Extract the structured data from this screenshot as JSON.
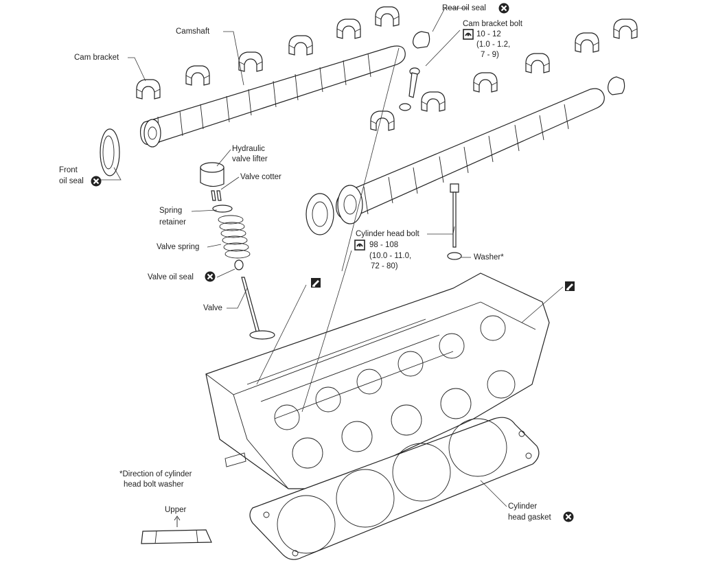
{
  "labels": {
    "rear_oil_seal": "Rear oil seal",
    "cam_bracket_bolt": "Cam bracket bolt",
    "cam_bracket_bolt_torque_1": "10 - 12",
    "cam_bracket_bolt_torque_2": "(1.0 - 1.2,",
    "cam_bracket_bolt_torque_3": "7 - 9)",
    "camshaft": "Camshaft",
    "cam_bracket": "Cam bracket",
    "front_oil_seal_1": "Front",
    "front_oil_seal_2": "oil seal",
    "hydraulic_valve_lifter_1": "Hydraulic",
    "hydraulic_valve_lifter_2": "valve lifter",
    "valve_cotter": "Valve cotter",
    "spring_retainer_1": "Spring",
    "spring_retainer_2": "retainer",
    "valve_spring": "Valve spring",
    "valve_oil_seal": "Valve oil seal",
    "valve": "Valve",
    "cylinder_head_bolt": "Cylinder head bolt",
    "cylinder_head_bolt_torque_1": "98 - 108",
    "cylinder_head_bolt_torque_2": "(10.0 - 11.0,",
    "cylinder_head_bolt_torque_3": "72 - 80)",
    "washer": "Washer",
    "washer_star": "*",
    "direction_note_1": "*Direction of cylinder",
    "direction_note_2": "head bolt washer",
    "upper": "Upper",
    "cylinder_head_gasket_1": "Cylinder",
    "cylinder_head_gasket_2": "head gasket"
  },
  "icons": {
    "replace": "circle-x-icon",
    "torque": "torque-wrench-icon",
    "sealant": "sealant-icon"
  },
  "colors": {
    "ink": "#222222",
    "background": "#ffffff"
  }
}
